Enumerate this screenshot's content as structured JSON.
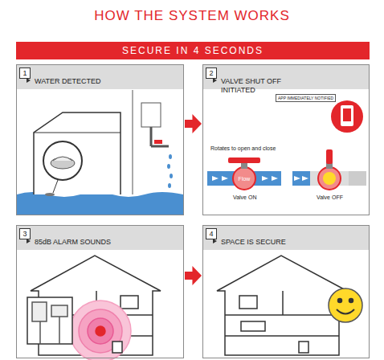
{
  "diagram": {
    "title": "HOW THE SYSTEM WORKS",
    "nodes": [
      {
        "text": [
          "SECURE IN 4 SECONDS"
        ]
      },
      {
        "text": [
          "1",
          "WATER DETECTED"
        ]
      },
      {
        "text": [
          "2",
          "VALVE SHUT OFF INITIATED"
        ]
      },
      {
        "text": [
          "APP IMMEDIATELY NOTIFIED"
        ],
        "in": 2
      },
      {
        "text": [
          "3",
          "85dB ALARM SOUNDS"
        ]
      },
      {
        "text": [
          "4",
          "SPACE IS SECURE"
        ]
      }
    ],
    "edges": [
      {
        "from": 1,
        "to": 2,
        "arrow": "to"
      },
      {
        "from": 4,
        "to": 5,
        "arrow": "to"
      }
    ],
    "labels": [
      "Rotates to open and close",
      "Flow",
      "Valve ON",
      "Valve OFF"
    ]
  }
}
